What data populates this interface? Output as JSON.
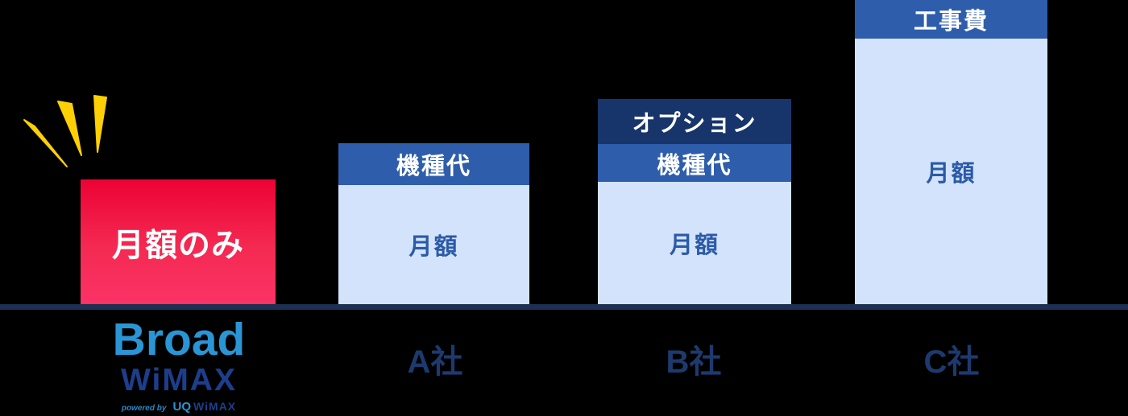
{
  "page": {
    "background": "#000000"
  },
  "chart_data": {
    "type": "bar",
    "subtype": "stacked-qualitative-comparison",
    "title": "",
    "value_axis": "none (relative cost heights only, no numeric scale shown)",
    "categories": [
      "Broad WiMAX",
      "A社",
      "B社",
      "C社"
    ],
    "baseline_color": "#1d2f52",
    "legend": "none",
    "bars": [
      {
        "category": "Broad WiMAX",
        "highlight": true,
        "total_rel_height": 155,
        "segments": [
          {
            "label": "月額のみ",
            "rel_height": 155,
            "color": "linear-gradient #ec0234 → #fb3366",
            "text_color": "#ffffff"
          }
        ]
      },
      {
        "category": "A社",
        "highlight": false,
        "total_rel_height": 200,
        "segments": [
          {
            "label": "機種代",
            "rel_height": 52,
            "color": "#2e5dab",
            "text_color": "#ffffff"
          },
          {
            "label": "月額",
            "rel_height": 148,
            "color": "#d3e3fb",
            "text_color": "#2b5aa7"
          }
        ]
      },
      {
        "category": "B社",
        "highlight": false,
        "total_rel_height": 255,
        "segments": [
          {
            "label": "オプション",
            "rel_height": 56,
            "color": "#17356b",
            "text_color": "#ffffff"
          },
          {
            "label": "機種代",
            "rel_height": 47,
            "color": "#2e5dab",
            "text_color": "#ffffff"
          },
          {
            "label": "月額",
            "rel_height": 152,
            "color": "#d3e3fb",
            "text_color": "#2b5aa7"
          }
        ]
      },
      {
        "category": "C社",
        "highlight": false,
        "total_rel_height": 378,
        "segments": [
          {
            "label": "工事費",
            "rel_height": 48,
            "color": "#2e5dab",
            "text_color": "#ffffff"
          },
          {
            "label": "月額",
            "rel_height": 330,
            "color": "#d3e3fb",
            "text_color": "#2b5aa7"
          }
        ]
      }
    ]
  },
  "logo": {
    "line1": "Broad",
    "line2": "WiMAX",
    "powered_prefix": "powered by",
    "powered_brand_uq": "UQ",
    "powered_brand_wimax": "WiMAX",
    "color_broad": "#2a95d5",
    "color_wimax": "#1c3e8c"
  },
  "icons": {
    "sparkle": "three yellow emphasis rays above highlighted bar",
    "sparkle_color": "#fcd005"
  },
  "colors": {
    "background": "#000000",
    "highlight_bar_top": "#ec0234",
    "highlight_bar_bottom": "#fb3366",
    "header_dark_navy": "#17356b",
    "header_mid_blue": "#2e5dab",
    "body_light_blue": "#d3e3fb",
    "body_text_blue": "#2b5aa7",
    "category_label": "#1d3a6e",
    "baseline": "#1d2f52"
  }
}
